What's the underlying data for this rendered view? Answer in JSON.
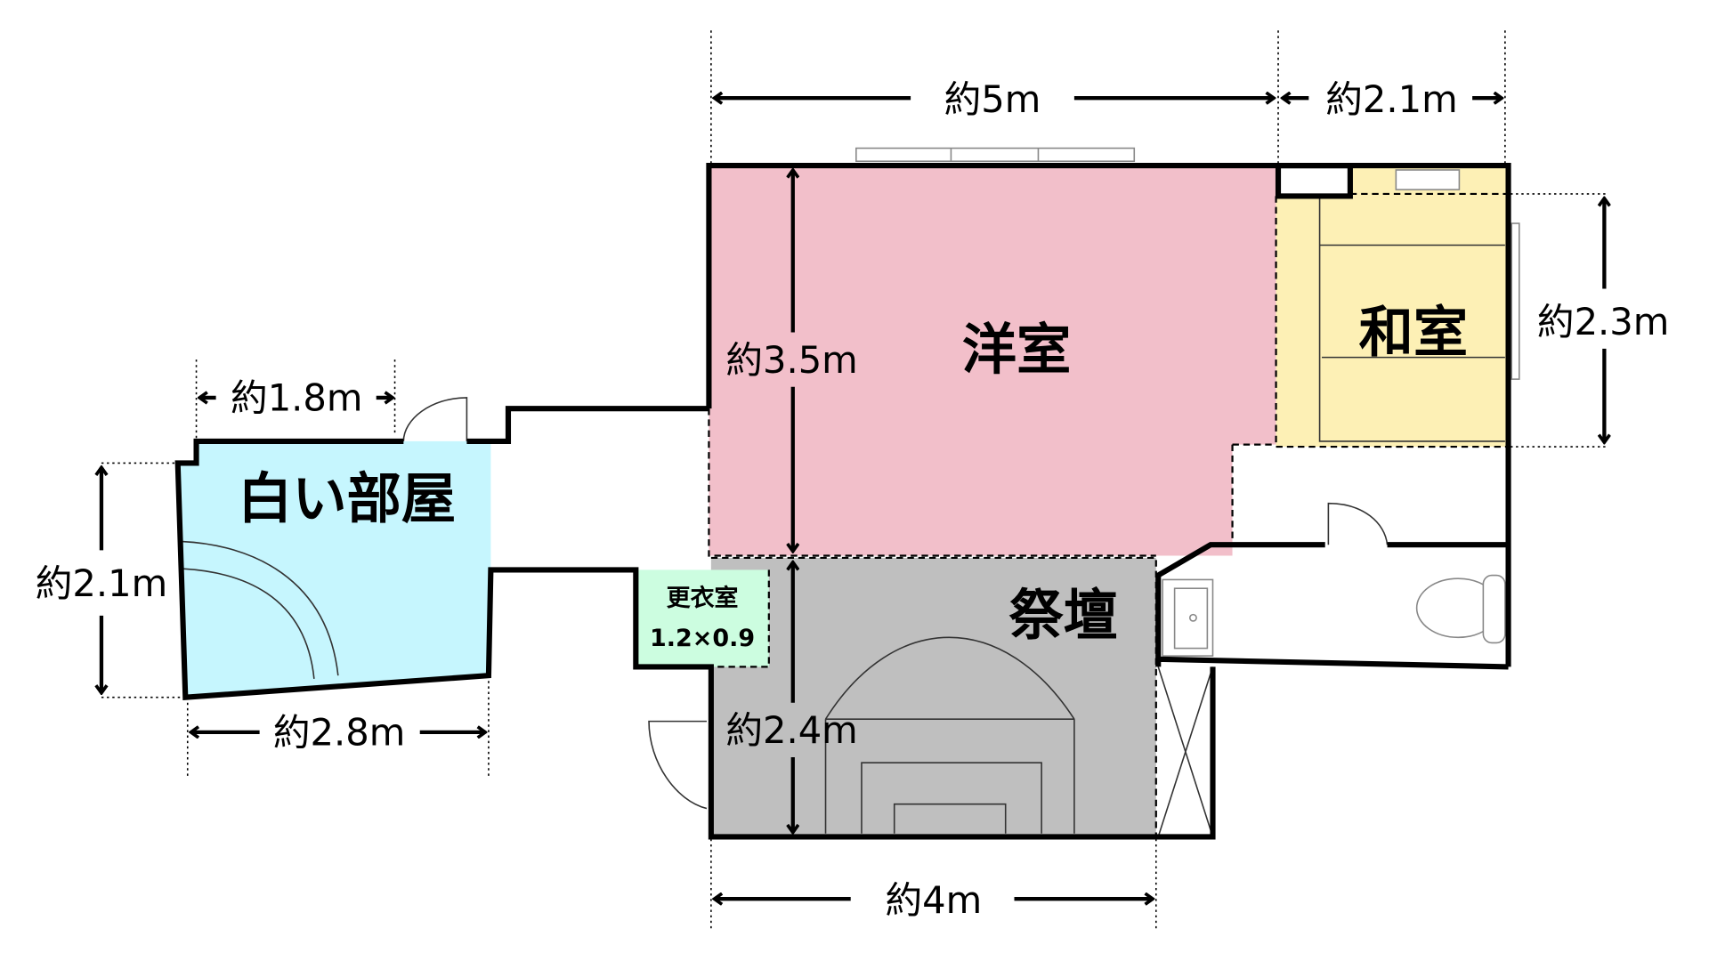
{
  "rooms": {
    "white_room": {
      "label": "白い部屋",
      "color": "#c6f6fe"
    },
    "western_room": {
      "label": "洋室",
      "color": "#f2bfca"
    },
    "japanese_room": {
      "label": "和室",
      "color": "#fdf0b5"
    },
    "altar": {
      "label": "祭壇",
      "color": "#bfbfbf"
    },
    "dressing_room": {
      "label": "更衣室",
      "size": "1.2×0.9",
      "color": "#ccfde0"
    }
  },
  "dimensions": {
    "western_width": "約5m",
    "japanese_width": "約2.1m",
    "japanese_depth": "約2.3m",
    "western_depth": "約3.5m",
    "white_top": "約1.8m",
    "white_height": "約2.1m",
    "white_bottom": "約2.8m",
    "altar_depth": "約2.4m",
    "altar_width": "約4m"
  }
}
